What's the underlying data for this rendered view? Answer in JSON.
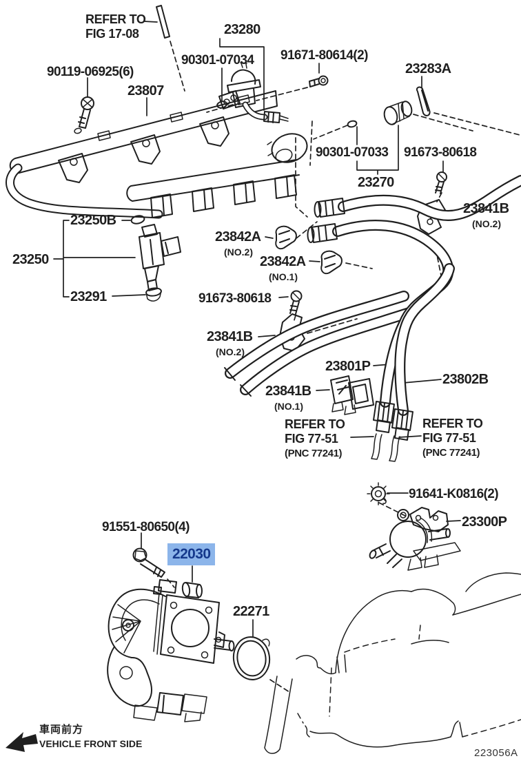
{
  "figure": {
    "code": "223056A"
  },
  "colors": {
    "line": "#1f1f1f",
    "background": "#ffffff",
    "highlight_bg": "#8cb5ea",
    "highlight_text": "#15398c"
  },
  "notes": {
    "refer_fig_17_08": {
      "line1": "REFER TO",
      "line2": "FIG 17-08"
    },
    "refer_fig_77_51_left": {
      "line1": "REFER TO",
      "line2": "FIG 77-51",
      "line3": "(PNC 77241)"
    },
    "refer_fig_77_51_right": {
      "line1": "REFER TO",
      "line2": "FIG 77-51",
      "line3": "(PNC 77241)"
    },
    "vehicle_front": {
      "jp": "車両前方",
      "en": "VEHICLE FRONT SIDE"
    }
  },
  "parts": {
    "p90119": {
      "text": "90119-06925(6)"
    },
    "p23807": {
      "text": "23807"
    },
    "p23280": {
      "text": "23280"
    },
    "p90301_07034": {
      "text": "90301-07034"
    },
    "p91671": {
      "text": "91671-80614(2)"
    },
    "p23283a": {
      "text": "23283A"
    },
    "p90301_07033": {
      "text": "90301-07033"
    },
    "p91673_right": {
      "text": "91673-80618"
    },
    "p23270": {
      "text": "23270"
    },
    "p23841b_right": {
      "text": "23841B",
      "sub": "(NO.2)"
    },
    "p23250b": {
      "text": "23250B"
    },
    "p23842a_no2": {
      "text": "23842A",
      "sub": "(NO.2)"
    },
    "p23250": {
      "text": "23250"
    },
    "p23842a_no1": {
      "text": "23842A",
      "sub": "(NO.1)"
    },
    "p23291": {
      "text": "23291"
    },
    "p91673_mid": {
      "text": "91673-80618"
    },
    "p23841b_mid": {
      "text": "23841B",
      "sub": "(NO.2)"
    },
    "p23801p": {
      "text": "23801P"
    },
    "p23802b": {
      "text": "23802B"
    },
    "p23841b_no1": {
      "text": "23841B",
      "sub": "(NO.1)"
    },
    "p91641": {
      "text": "91641-K0816(2)"
    },
    "p23300p": {
      "text": "23300P"
    },
    "p91551": {
      "text": "91551-80650(4)"
    },
    "p22030": {
      "text": "22030",
      "highlighted": true
    },
    "p22271": {
      "text": "22271"
    }
  }
}
